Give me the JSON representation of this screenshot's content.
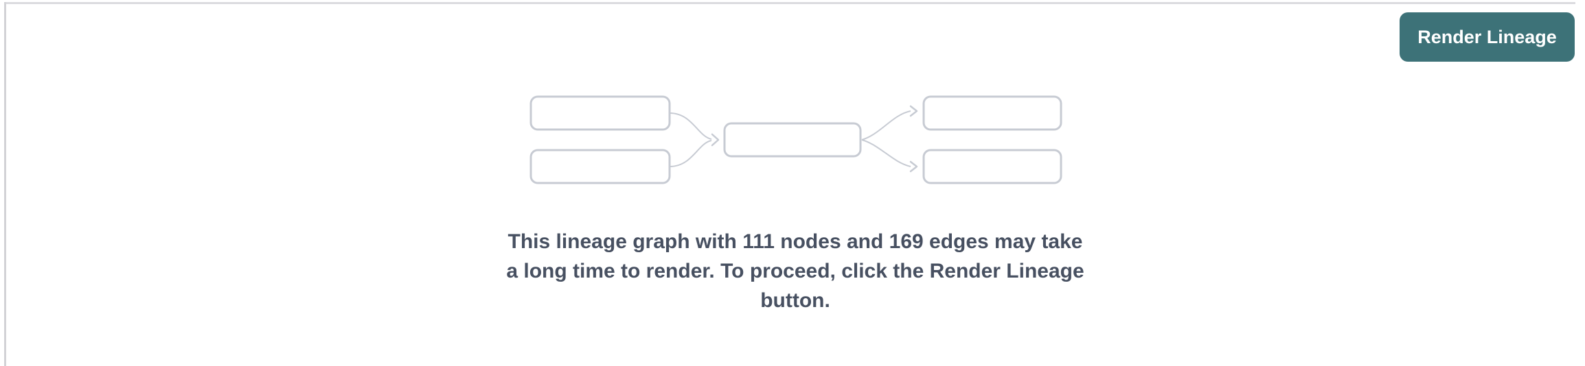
{
  "colors": {
    "bg": "#ffffff",
    "accent": "#3d7278",
    "accent_text": "#ffffff",
    "message": "#475061",
    "stroke": "#c7cbd3",
    "border_top": "#dbdbdf",
    "border_left": "#d2d2d6"
  },
  "toolbar": {
    "render_lineage_label": "Render Lineage"
  },
  "empty_state": {
    "node_count": "111",
    "edge_count": "169",
    "message_full": "This lineage graph with 111 nodes and 169 edges may take a long time to render. To proceed, click the Render Lineage button.",
    "message_lines": [
      "This lineage graph with 111 nodes and 169 edges may take",
      "a long time to render. To proceed, click the Render Lineage",
      "button."
    ]
  }
}
